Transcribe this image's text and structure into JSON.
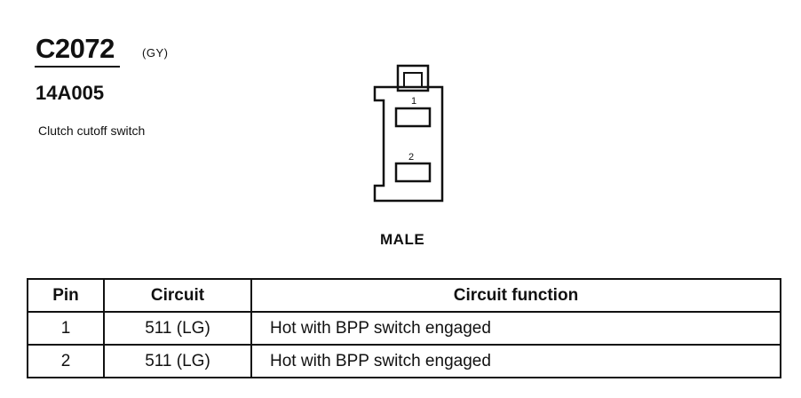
{
  "connector": {
    "id": "C2072",
    "color_code": "(GY)",
    "part_number": "14A005",
    "description": "Clutch cutoff switch",
    "gender": "MALE"
  },
  "diagram": {
    "pin_labels": [
      "1",
      "2"
    ]
  },
  "table": {
    "headers": [
      "Pin",
      "Circuit",
      "Circuit function"
    ],
    "rows": [
      [
        "1",
        "511 (LG)",
        "Hot with BPP switch engaged"
      ],
      [
        "2",
        "511 (LG)",
        "Hot with BPP switch engaged"
      ]
    ]
  }
}
